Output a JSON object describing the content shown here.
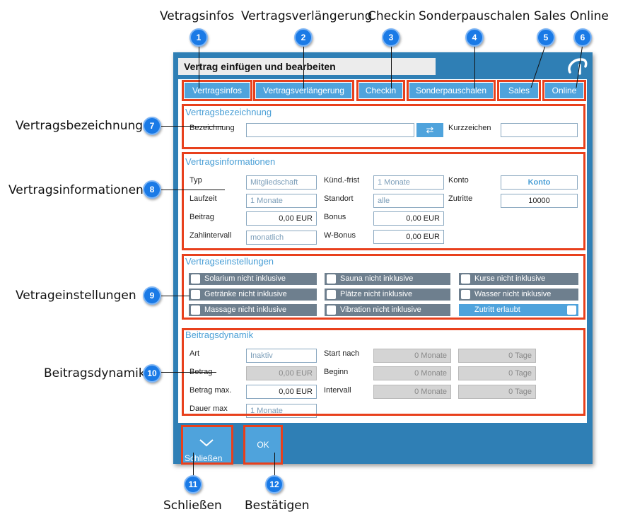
{
  "callouts": {
    "top": [
      "Vetragsinfos",
      "Vertragsverlängerung",
      "Checkin",
      "Sonderpauschalen",
      "Sales",
      "Online"
    ],
    "left": [
      "Vertragsbezeichnung",
      "Vertragsinformationen",
      "Vetrageinstellungen",
      "Beitragsdynamik"
    ],
    "bottom": [
      "Schließen",
      "Bestätigen"
    ],
    "badges": [
      "1",
      "2",
      "3",
      "4",
      "5",
      "6",
      "7",
      "8",
      "9",
      "10",
      "11",
      "12"
    ]
  },
  "window": {
    "title": "Vertrag einfügen und bearbeiten"
  },
  "tabs": [
    "Vertragsinfos",
    "Vertragsverlängerung",
    "Checkin",
    "Sonderpauschalen",
    "Sales",
    "Online"
  ],
  "bezeichnung": {
    "title": "Vertragsbezeichnung",
    "label_name": "Bezeichnung",
    "label_short": "Kurzzeichen",
    "name_value": "",
    "short_value": ""
  },
  "informationen": {
    "title": "Vertragsinformationen",
    "typ_label": "Typ",
    "typ_value": "Mitgliedschaft",
    "laufzeit_label": "Laufzeit",
    "laufzeit_value": "1 Monate",
    "beitrag_label": "Beitrag",
    "beitrag_value": "0,00 EUR",
    "zahlintervall_label": "Zahlintervall",
    "zahlintervall_value": "monatlich",
    "kuend_label": "Künd.-frist",
    "kuend_value": "1 Monate",
    "standort_label": "Standort",
    "standort_value": "alle",
    "bonus_label": "Bonus",
    "bonus_value": "0,00 EUR",
    "wbonus_label": "W-Bonus",
    "wbonus_value": "0,00 EUR",
    "konto_label": "Konto",
    "konto_value": "Konto",
    "zutritte_label": "Zutritte",
    "zutritte_value": "10000"
  },
  "einstellungen": {
    "title": "Vertragseinstellungen",
    "items": [
      "Solarium nicht inklusive",
      "Sauna nicht inklusive",
      "Kurse nicht inklusive",
      "Getränke nicht inklusive",
      "Plätze nicht inklusive",
      "Wasser nicht inklusive",
      "Massage nicht inklusive",
      "Vibration nicht inklusive",
      "Zutritt erlaubt"
    ]
  },
  "dynamik": {
    "title": "Beitragsdynamik",
    "art_label": "Art",
    "art_value": "Inaktiv",
    "betrag_label": "Betrag",
    "betrag_value": "0,00 EUR",
    "betragmax_label": "Betrag max.",
    "betragmax_value": "0,00 EUR",
    "dauer_label": "Dauer max",
    "dauer_value": "1 Monate",
    "start_label": "Start nach",
    "start_months": "0 Monate",
    "start_days": "0 Tage",
    "beginn_label": "Beginn",
    "beginn_months": "0 Monate",
    "beginn_days": "0 Tage",
    "intervall_label": "Intervall",
    "intervall_months": "0 Monate",
    "intervall_days": "0 Tage"
  },
  "buttons": {
    "close": "Schließen",
    "ok": "OK"
  },
  "colors": {
    "accent": "#4fa3dc",
    "window": "#2f7fb5",
    "highlight": "#e8401c",
    "badge": "#1a7ae6"
  }
}
